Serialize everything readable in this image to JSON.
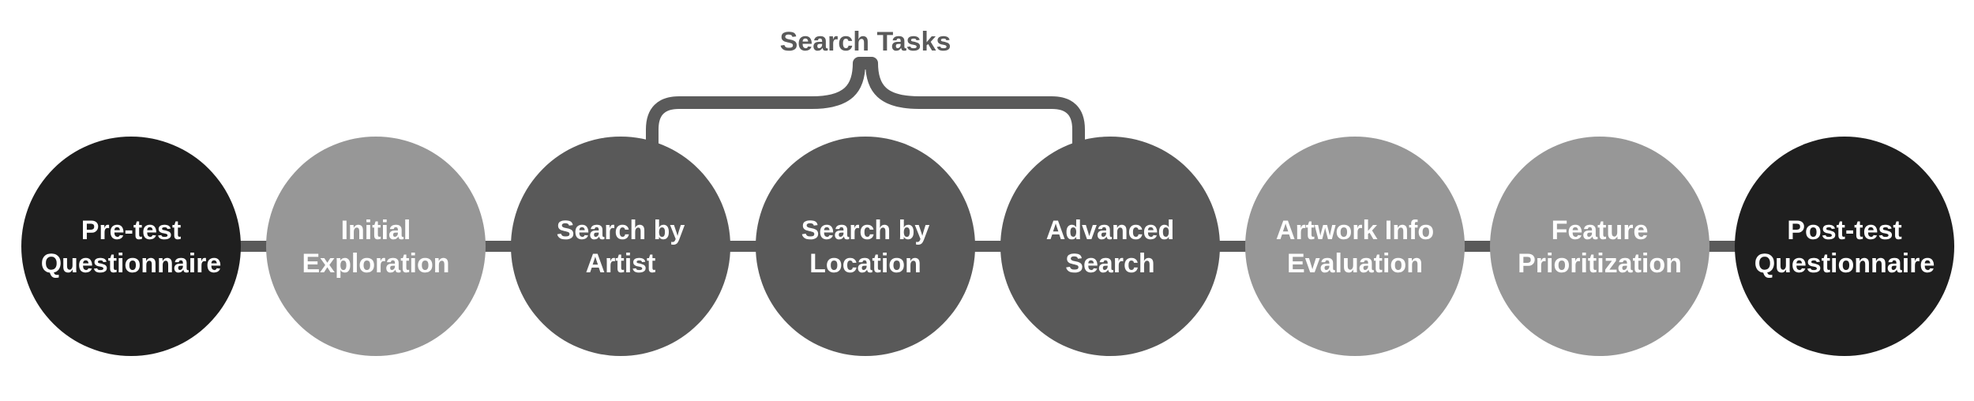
{
  "colors": {
    "dark": "#1f1f1f",
    "medium": "#595959",
    "light": "#979797",
    "connector": "#5a5a5a",
    "label": "#ffffff",
    "group": "#5a5a5a"
  },
  "steps": [
    {
      "lines": [
        "Pre-test",
        "Questionnaire"
      ],
      "tone": "dark"
    },
    {
      "lines": [
        "Initial",
        "Exploration"
      ],
      "tone": "light"
    },
    {
      "lines": [
        "Search by",
        "Artist"
      ],
      "tone": "medium"
    },
    {
      "lines": [
        "Search by",
        "Location"
      ],
      "tone": "medium"
    },
    {
      "lines": [
        "Advanced",
        "Search"
      ],
      "tone": "medium"
    },
    {
      "lines": [
        "Artwork Info",
        "Evaluation"
      ],
      "tone": "light"
    },
    {
      "lines": [
        "Feature",
        "Prioritization"
      ],
      "tone": "light"
    },
    {
      "lines": [
        "Post-test",
        "Questionnaire"
      ],
      "tone": "dark"
    }
  ],
  "group": {
    "title": "Search Tasks",
    "from_step": 2,
    "to_step": 4
  }
}
